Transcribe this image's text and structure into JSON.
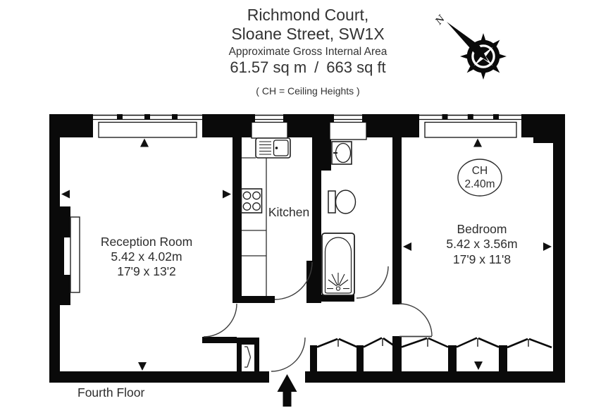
{
  "header": {
    "line1": "Richmond Court,",
    "line2": "Sloane Street, SW1X",
    "line3": "Approximate Gross Internal Area",
    "line4": "61.57 sq m / 663 sq ft",
    "line5": "( CH = Ceiling Heights )"
  },
  "compass": {
    "north_label": "N"
  },
  "plan": {
    "rooms": {
      "reception": {
        "name": "Reception Room",
        "size_metric": "5.42 x 4.02m",
        "size_imperial": "17'9 x 13'2"
      },
      "kitchen": {
        "name": "Kitchen"
      },
      "bedroom": {
        "name": "Bedroom",
        "size_metric": "5.42 x 3.56m",
        "size_imperial": "17'9 x 11'8",
        "ceiling_height_label": "CH",
        "ceiling_height_value": "2.40m"
      }
    },
    "floor_label": "Fourth Floor"
  }
}
